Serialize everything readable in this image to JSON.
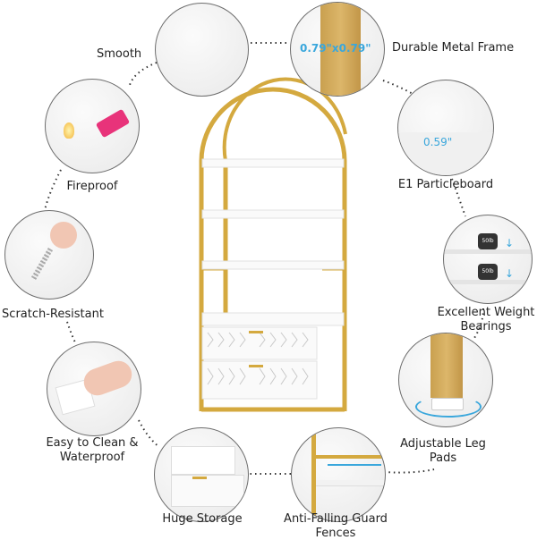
{
  "features": {
    "smooth": "Smooth",
    "metal_frame": "Durable Metal Frame",
    "metal_dim": "0.79\"x0.79\"",
    "fireproof": "Fireproof",
    "particleboard": "E1 Particleboard",
    "board_dim": "0.59\"",
    "scratch": "Scratch-Resistant",
    "weight_line1": "Excellent Weight",
    "weight_line2": "Bearings",
    "weight_tag": "50lb",
    "clean_line1": "Easy to Clean &",
    "clean_line2": "Waterproof",
    "leg_line1": "Adjustable Leg",
    "leg_line2": "Pads",
    "storage": "Huge Storage",
    "fence_line1": "Anti-Falling Guard",
    "fence_line2": "Fences"
  },
  "colors": {
    "gold": "#d4a93f",
    "accent": "#3aa7dc",
    "border": "#6d6d6d"
  }
}
